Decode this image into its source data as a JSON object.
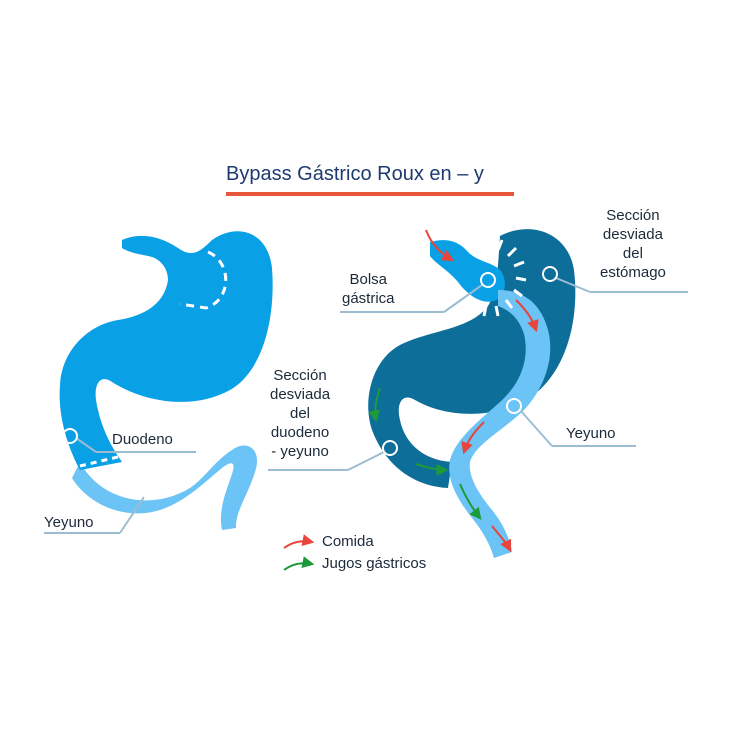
{
  "title": "Bypass Gástrico Roux en – y",
  "colors": {
    "stomach": "#0aa0e6",
    "stomach_dark": "#0d6e99",
    "intestine_light": "#6cc3f5",
    "pointer": "#9bbcd1",
    "title": "#1e3a6e",
    "underline": "#e8573c",
    "food_arrow": "#e8453c",
    "juice_arrow": "#1d9a3a"
  },
  "labels": {
    "duodeno": "Duodeno",
    "yeyuno_left": "Yeyuno",
    "bolsa": [
      "Bolsa",
      "gástrica"
    ],
    "seccion_estomago": [
      "Sección",
      "desviada",
      "del",
      "estómago"
    ],
    "seccion_duodeno": [
      "Sección",
      "desviada",
      "del",
      "duodeno",
      "- yeyuno"
    ],
    "yeyuno_right": "Yeyuno"
  },
  "legend": [
    {
      "label": "Comida",
      "color": "#e8453c"
    },
    {
      "label": "Jugos gástricos",
      "color": "#1d9a3a"
    }
  ]
}
